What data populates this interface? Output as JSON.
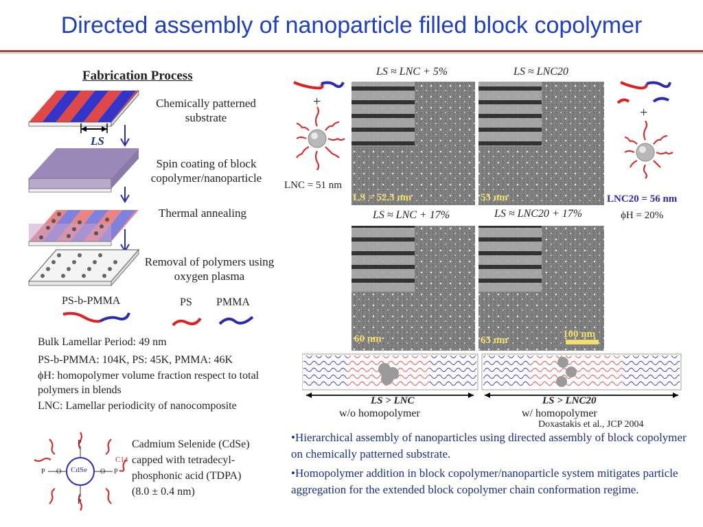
{
  "title": "Directed assembly of nanoparticle filled block copolymer",
  "fabrication": {
    "heading": "Fabrication Process",
    "steps": [
      "Chemically patterned substrate",
      "Spin coating of block copolymer/nanoparticle",
      "Thermal annealing",
      "Removal of polymers using oxygen plasma"
    ],
    "ls_label": "LS"
  },
  "polymers": {
    "pspmma": "PS-b-PMMA",
    "ps": "PS",
    "pmma": "PMMA"
  },
  "properties": {
    "bulk": "Bulk Lamellar Period: 49 nm",
    "mw": "PS-b-PMMA: 104K, PS: 45K, PMMA: 46K",
    "phi_h": "ϕH: homopolymer volume fraction respect to total polymers in blends",
    "lnc": "LNC: Lamellar periodicity of nanocomposite"
  },
  "cdse": {
    "lines": [
      "Cadmium Selenide (CdSe)",
      "capped with tetradecyl-",
      "phosphonic acid (TDPA)",
      "(8.0 ± 0.4 nm)"
    ],
    "core": "CdSe",
    "c14": "C14"
  },
  "sem": {
    "row1_left_caption": "LS ≈ LNC + 5%",
    "row1_right_caption": "LS ≈ LNC20",
    "row2_left_caption": "LS ≈ LNC + 17%",
    "row2_right_caption": "LS ≈ LNC20 + 17%",
    "img_labels": [
      "LS = 52.5 nm",
      "55 nm",
      "60 nm",
      "65 nm"
    ],
    "scale_bar": "100 nm",
    "lnc_left": "LNC = 51 nm",
    "lnc20_right": "LNC20 = 56 nm",
    "phi_right": "ϕH = 20%"
  },
  "schematic": {
    "left_eq": "LS > LNC",
    "left_caption": "w/o homopolymer",
    "right_eq": "LS > LNC20",
    "right_caption": "w/ homopolymer",
    "citation": "Doxastakis et al., JCP 2004"
  },
  "bullets": [
    "•Hierarchical assembly of nanoparticles using directed assembly of block copolymer on chemically patterned substrate.",
    "•Homopolymer addition in block copolymer/nanoparticle system mitigates particle aggregation for the extended block copolymer chain conformation regime."
  ],
  "colors": {
    "title": "#1f3fbf",
    "rule": "#b24040",
    "ps": "#e02020",
    "pmma": "#2a2ab8",
    "bullet_text": "#1a2f8a"
  }
}
